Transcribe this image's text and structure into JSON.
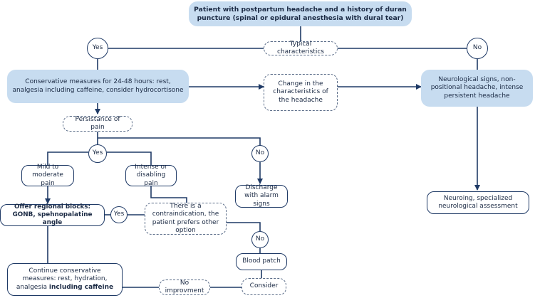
{
  "nodes": {
    "top": "Patient with postpartum headache and a history of duran puncture (spinal or epidural anesthesia with dural tear)",
    "yes_top": "Yes",
    "typical": "Typical characteristics",
    "no_top": "No",
    "conservative": "Conservative measures for 24-48 hours: rest, analgesia including caffeine, consider hydrocortisone",
    "change": "Change in the characteristics of the headache",
    "neuro_signs": "Neurological signs, non- positional headache, intense persistent headache",
    "persistance": "Persistance of pain",
    "yes_mid": "Yes",
    "no_mid": "No",
    "mild": "Mild to moderate pain",
    "intense": "Intense or disabling pain",
    "discharge": "Discharge with alarm signs",
    "neuroimaging": "Neuroing, specialized neurological assessment",
    "regional": "Offer regional blocks: GONB, spehnopalatine angle",
    "yes_regional": "Yes",
    "contra": "There is a contraindication, the patient prefers other option",
    "no_contra": "No",
    "blood_patch": "Blood patch",
    "continue": "Continue conservative measures: rest, hydration, analgesia including caffeine",
    "no_improvement": "No improvment",
    "consider": "Consider"
  },
  "colors": {
    "line": "#1f3a66",
    "fill": "#c7dcf0",
    "dash": "#5a6c88"
  }
}
